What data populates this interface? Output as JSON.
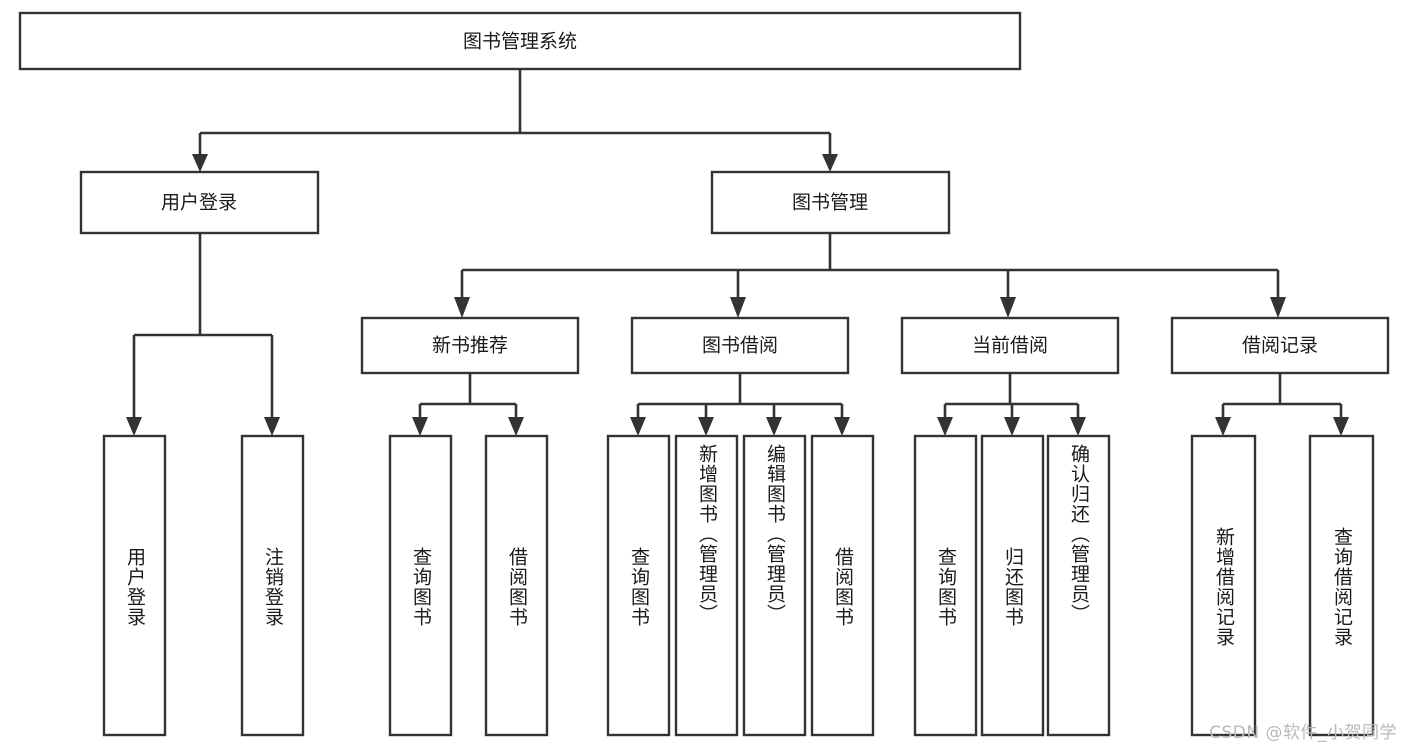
{
  "diagram": {
    "type": "tree-hierarchy",
    "title_node": {
      "label": "图书管理系统"
    },
    "level1": [
      {
        "label": "用户登录"
      },
      {
        "label": "图书管理"
      }
    ],
    "level2": [
      {
        "label": "新书推荐"
      },
      {
        "label": "图书借阅"
      },
      {
        "label": "当前借阅"
      },
      {
        "label": "借阅记录"
      }
    ],
    "leaves": {
      "user_login": [
        {
          "label": "用户登录"
        },
        {
          "label": "注销登录"
        }
      ],
      "new_book_recommend": [
        {
          "label": "查询图书"
        },
        {
          "label": "借阅图书"
        }
      ],
      "book_borrow": [
        {
          "label": "查询图书"
        },
        {
          "label": "新增图书（管理员）"
        },
        {
          "label": "编辑图书（管理员）"
        },
        {
          "label": "借阅图书"
        }
      ],
      "current_borrow": [
        {
          "label": "查询图书"
        },
        {
          "label": "归还图书"
        },
        {
          "label": "确认归还（管理员）"
        }
      ],
      "borrow_record": [
        {
          "label": "新增借阅记录"
        },
        {
          "label": "查询借阅记录"
        }
      ]
    },
    "watermark": "CSDN @软件_小贺同学",
    "colors": {
      "stroke": "#333333",
      "fill": "#ffffff",
      "text": "#1a1a1a",
      "watermark": "#b9b9b9"
    }
  }
}
